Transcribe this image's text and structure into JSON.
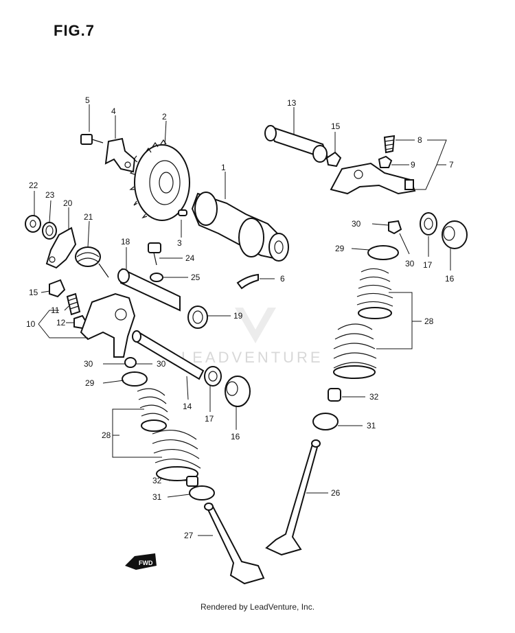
{
  "figure": {
    "title": "FIG.7"
  },
  "footer": {
    "text": "Rendered by LeadVenture, Inc."
  },
  "watermark": {
    "text": "LEADVENTURE"
  },
  "fwd_badge": {
    "text": "FWD"
  },
  "callouts": [
    {
      "id": "c1",
      "label": "1"
    },
    {
      "id": "c2",
      "label": "2"
    },
    {
      "id": "c3",
      "label": "3"
    },
    {
      "id": "c4",
      "label": "4"
    },
    {
      "id": "c5",
      "label": "5"
    },
    {
      "id": "c6",
      "label": "6"
    },
    {
      "id": "c7",
      "label": "7"
    },
    {
      "id": "c8",
      "label": "8"
    },
    {
      "id": "c9",
      "label": "9"
    },
    {
      "id": "c10",
      "label": "10"
    },
    {
      "id": "c11",
      "label": "11"
    },
    {
      "id": "c12",
      "label": "12"
    },
    {
      "id": "c13",
      "label": "13"
    },
    {
      "id": "c14",
      "label": "14"
    },
    {
      "id": "c15a",
      "label": "15"
    },
    {
      "id": "c15b",
      "label": "15"
    },
    {
      "id": "c16a",
      "label": "16"
    },
    {
      "id": "c16b",
      "label": "16"
    },
    {
      "id": "c17a",
      "label": "17"
    },
    {
      "id": "c17b",
      "label": "17"
    },
    {
      "id": "c18",
      "label": "18"
    },
    {
      "id": "c19",
      "label": "19"
    },
    {
      "id": "c20",
      "label": "20"
    },
    {
      "id": "c21",
      "label": "21"
    },
    {
      "id": "c22",
      "label": "22"
    },
    {
      "id": "c23",
      "label": "23"
    },
    {
      "id": "c24",
      "label": "24"
    },
    {
      "id": "c25",
      "label": "25"
    },
    {
      "id": "c26",
      "label": "26"
    },
    {
      "id": "c27",
      "label": "27"
    },
    {
      "id": "c28a",
      "label": "28"
    },
    {
      "id": "c28b",
      "label": "28"
    },
    {
      "id": "c29a",
      "label": "29"
    },
    {
      "id": "c29b",
      "label": "29"
    },
    {
      "id": "c30a",
      "label": "30"
    },
    {
      "id": "c30b",
      "label": "30"
    },
    {
      "id": "c30c",
      "label": "30"
    },
    {
      "id": "c30d",
      "label": "30"
    },
    {
      "id": "c31a",
      "label": "31"
    },
    {
      "id": "c31b",
      "label": "31"
    },
    {
      "id": "c32a",
      "label": "32"
    },
    {
      "id": "c32b",
      "label": "32"
    }
  ]
}
